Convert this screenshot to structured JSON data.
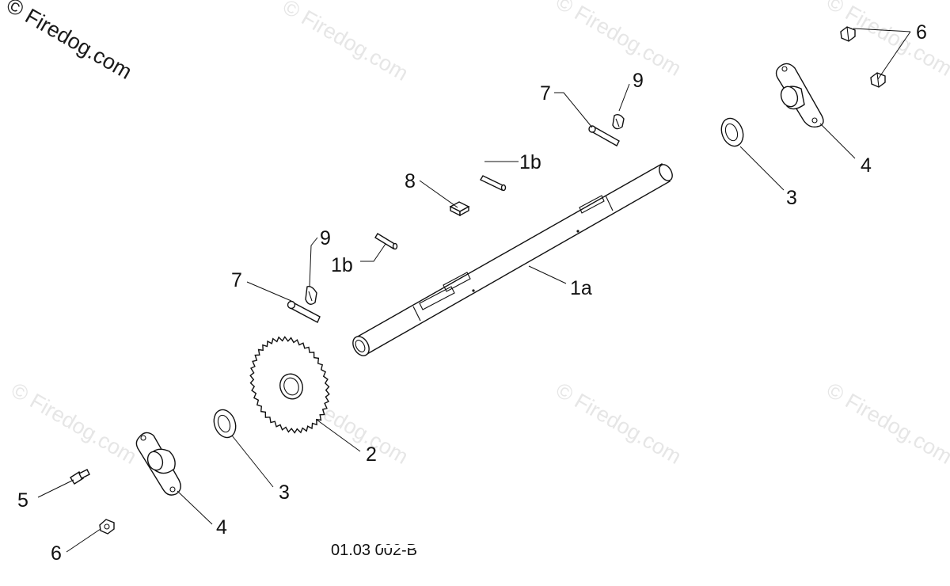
{
  "watermarks": {
    "main": "© Firedog.com",
    "faint": "© Firedog.com"
  },
  "drawing_code": "01.03 002-B",
  "callouts": {
    "shaft": "1a",
    "pin_upper": "1b",
    "pin_lower": "1b",
    "sprocket": "2",
    "washer_right": "3",
    "washer_left": "3",
    "bearing_right": "4",
    "bearing_left": "4",
    "screw_left": "5",
    "nut_left": "6",
    "nut_right": "6",
    "clevis_right": "7",
    "clevis_left": "7",
    "key": "8",
    "clip_right": "9",
    "clip_left": "9"
  }
}
